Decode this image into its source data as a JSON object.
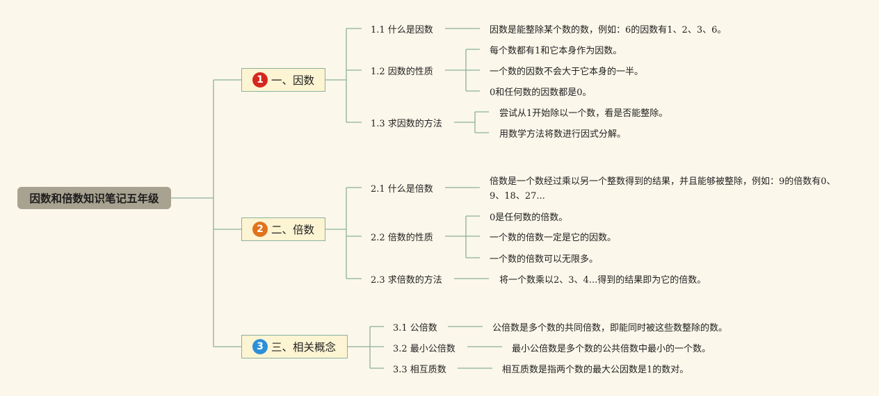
{
  "root": "因数和倍数知识笔记五年级",
  "colors": {
    "line": "#8ab19c",
    "badge1": "#d4281c",
    "badge2": "#e0731e",
    "badge3": "#2c8fd8",
    "branch_bg": "#fcf4d2",
    "root_bg": "#a8a290"
  },
  "branches": [
    {
      "num": "1",
      "label": "一、因数",
      "subs": [
        {
          "label": "1.1 什么是因数",
          "leaves": [
            "因数是能整除某个数的数，例如：6的因数有1、2、3、6。"
          ]
        },
        {
          "label": "1.2 因数的性质",
          "leaves": [
            "每个数都有1和它本身作为因数。",
            "一个数的因数不会大于它本身的一半。",
            "0和任何数的因数都是0。"
          ]
        },
        {
          "label": "1.3 求因数的方法",
          "leaves": [
            "尝试从1开始除以一个数，看是否能整除。",
            "用数学方法将数进行因式分解。"
          ]
        }
      ]
    },
    {
      "num": "2",
      "label": "二、倍数",
      "subs": [
        {
          "label": "2.1 什么是倍数",
          "leaves": [
            "倍数是一个数经过乘以另一个整数得到的结果，并且能够被整除，例如：9的倍数有0、9、18、27..."
          ]
        },
        {
          "label": "2.2 倍数的性质",
          "leaves": [
            "0是任何数的倍数。",
            "一个数的倍数一定是它的因数。",
            "一个数的倍数可以无限多。"
          ]
        },
        {
          "label": "2.3 求倍数的方法",
          "leaves": [
            "将一个数乘以2、3、4...得到的结果即为它的倍数。"
          ]
        }
      ]
    },
    {
      "num": "3",
      "label": "三、相关概念",
      "subs": [
        {
          "label": "3.1 公倍数",
          "leaves": [
            "公倍数是多个数的共同倍数，即能同时被这些数整除的数。"
          ]
        },
        {
          "label": "3.2 最小公倍数",
          "leaves": [
            "最小公倍数是多个数的公共倍数中最小的一个数。"
          ]
        },
        {
          "label": "3.3 相互质数",
          "leaves": [
            "相互质数是指两个数的最大公因数是1的数对。"
          ]
        }
      ]
    }
  ]
}
